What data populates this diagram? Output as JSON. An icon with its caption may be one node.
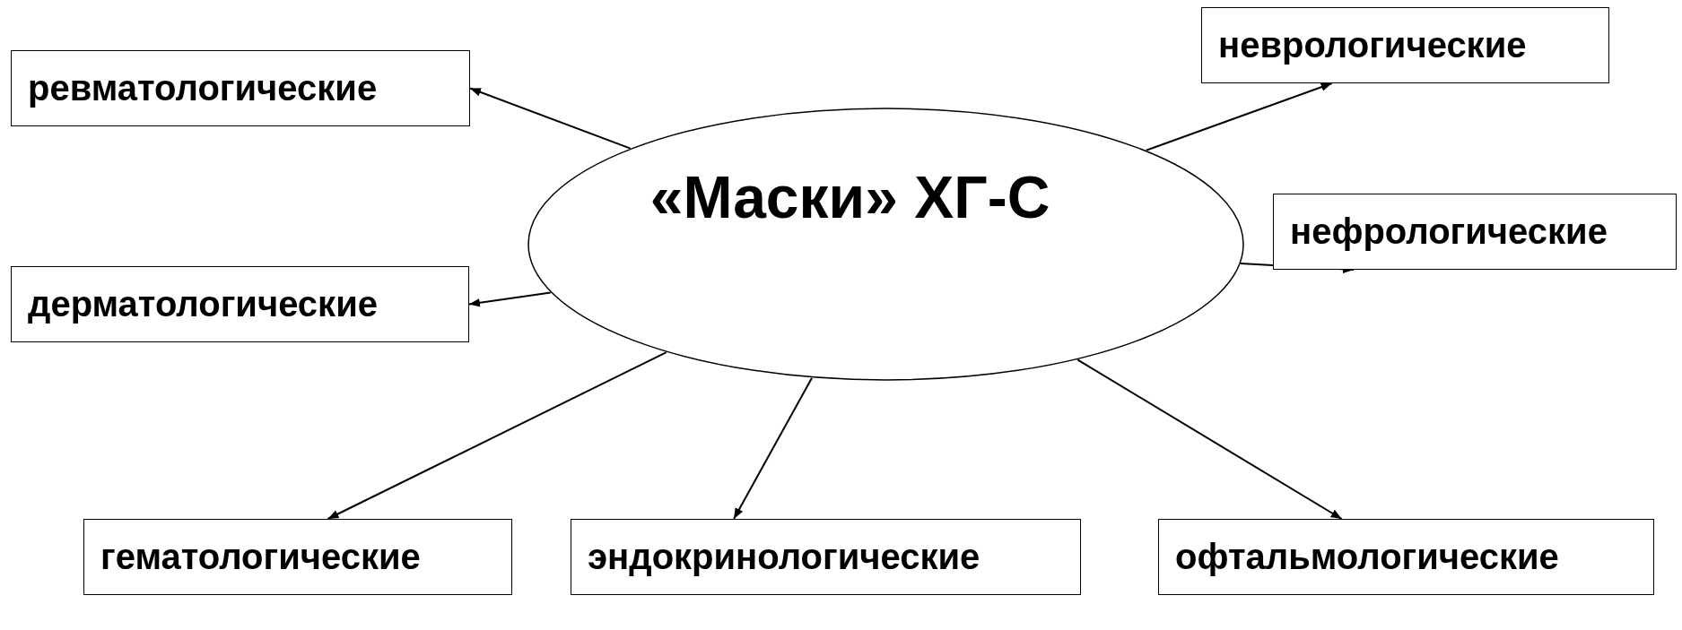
{
  "diagram": {
    "nodes": [
      {
        "text": [
          "«Маски» ХГ-С"
        ]
      },
      {
        "text": [
          "ревматологические"
        ]
      },
      {
        "text": [
          "неврологические"
        ]
      },
      {
        "text": [
          "нефрологические"
        ]
      },
      {
        "text": [
          "дерматологические"
        ]
      },
      {
        "text": [
          "гематологические"
        ]
      },
      {
        "text": [
          "эндокринологические"
        ]
      },
      {
        "text": [
          "офтальмологические"
        ]
      }
    ],
    "edges": [
      {
        "from": 0,
        "to": 1,
        "arrow": "to"
      },
      {
        "from": 0,
        "to": 2,
        "arrow": "to"
      },
      {
        "from": 0,
        "to": 3,
        "arrow": "to"
      },
      {
        "from": 0,
        "to": 4,
        "arrow": "to"
      },
      {
        "from": 0,
        "to": 5,
        "arrow": "to"
      },
      {
        "from": 0,
        "to": 6,
        "arrow": "to"
      },
      {
        "from": 0,
        "to": 7,
        "arrow": "to"
      }
    ]
  }
}
